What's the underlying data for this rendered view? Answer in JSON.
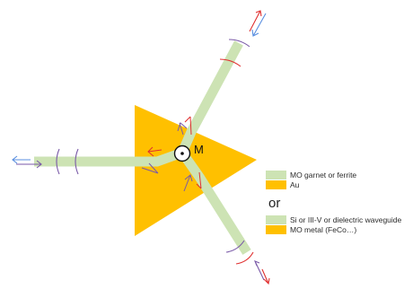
{
  "diagram": {
    "node_label": "M",
    "colors": {
      "waveguide": "#cde3b4",
      "triangle": "#ffc000",
      "arrow_red": "#e03030",
      "arrow_blue": "#5a8fe0",
      "arrow_purple": "#7a5aa8",
      "ring": "#444444"
    }
  },
  "legend": {
    "group1": [
      {
        "label": "MO garnet or ferrite",
        "color": "#cde3b4"
      },
      {
        "label": "Au",
        "color": "#ffc000"
      }
    ],
    "separator": "or",
    "group2": [
      {
        "label": "Si or III-V or dielectric waveguide",
        "color": "#cde3b4"
      },
      {
        "label": "MO metal (FeCo…)",
        "color": "#ffc000"
      }
    ]
  }
}
